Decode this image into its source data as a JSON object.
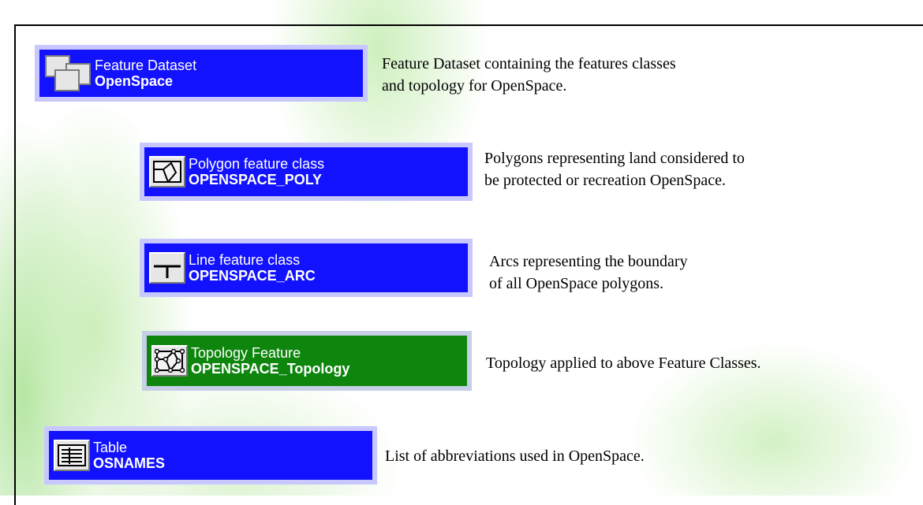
{
  "items": [
    {
      "type_label": "Feature Dataset",
      "name": "OpenSpace",
      "icon": "feature-dataset-icon",
      "color": "#1212ff",
      "description": [
        "Feature Dataset containing the features classes",
        "and topology for OpenSpace."
      ]
    },
    {
      "type_label": "Polygon feature class",
      "name": "OPENSPACE_POLY",
      "icon": "polygon-icon",
      "color": "#1212ff",
      "description": [
        "Polygons representing land considered to",
        "be protected or recreation OpenSpace."
      ]
    },
    {
      "type_label": "Line feature class",
      "name": "OPENSPACE_ARC",
      "icon": "line-icon",
      "color": "#1212ff",
      "description": [
        "Arcs representing the boundary",
        "of all OpenSpace polygons."
      ]
    },
    {
      "type_label": "Topology Feature",
      "name": "OPENSPACE_Topology",
      "icon": "topology-icon",
      "color": "#0e860e",
      "description": [
        "Topology applied to above Feature Classes."
      ]
    },
    {
      "type_label": "Table",
      "name": "OSNAMES",
      "icon": "table-icon",
      "color": "#1212ff",
      "description": [
        "List of abbreviations used in OpenSpace."
      ]
    }
  ]
}
